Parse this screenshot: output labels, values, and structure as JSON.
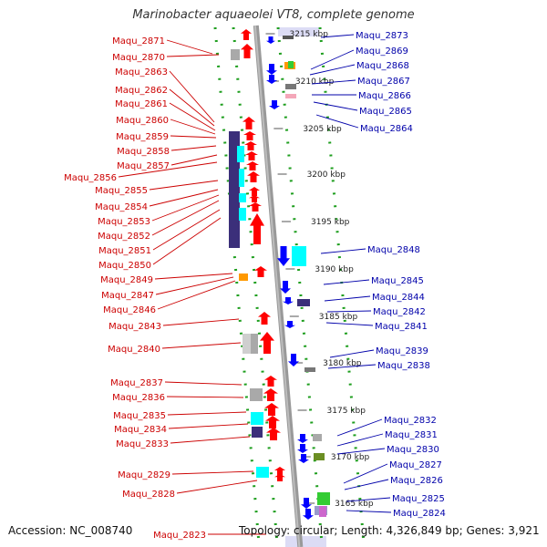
{
  "title": "Marinobacter aquaeolei VT8, complete genome",
  "accession": "Accession: NC_008740",
  "topology": "Topology: circular; Length: 4,326,849 bp; Genes: 3,921",
  "colors": {
    "forward": "#ff0000",
    "reverse": "#0000ff",
    "left_label": "#cc0000",
    "right_label": "#0000aa",
    "track_dots": "#1e9e1e",
    "backbone": "#999999",
    "cds_dark": "#3b2f7a",
    "cds_cyan": "#00ffff",
    "cds_grey": "#a9a9a9",
    "cds_orange": "#ff9900",
    "cds_green": "#33cc33"
  },
  "kbp_ticks": [
    {
      "label": "3215 kbp"
    },
    {
      "label": "3210 kbp"
    },
    {
      "label": "3205 kbp"
    },
    {
      "label": "3200 kbp"
    },
    {
      "label": "3195 kbp"
    },
    {
      "label": "3190 kbp"
    },
    {
      "label": "3185 kbp"
    },
    {
      "label": "3180 kbp"
    },
    {
      "label": "3175 kbp"
    },
    {
      "label": "3170 kbp"
    },
    {
      "label": "3165 kbp"
    }
  ],
  "left_genes": [
    "Maqu_2871",
    "Maqu_2870",
    "Maqu_2863",
    "Maqu_2862",
    "Maqu_2861",
    "Maqu_2860",
    "Maqu_2859",
    "Maqu_2858",
    "Maqu_2857",
    "Maqu_2856",
    "Maqu_2855",
    "Maqu_2854",
    "Maqu_2853",
    "Maqu_2852",
    "Maqu_2851",
    "Maqu_2850",
    "Maqu_2849",
    "Maqu_2847",
    "Maqu_2846",
    "Maqu_2843",
    "Maqu_2840",
    "Maqu_2837",
    "Maqu_2836",
    "Maqu_2835",
    "Maqu_2834",
    "Maqu_2833",
    "Maqu_2829",
    "Maqu_2828",
    "Maqu_2823"
  ],
  "right_genes": [
    "Maqu_2873",
    "Maqu_2869",
    "Maqu_2868",
    "Maqu_2867",
    "Maqu_2866",
    "Maqu_2865",
    "Maqu_2864",
    "Maqu_2848",
    "Maqu_2845",
    "Maqu_2844",
    "Maqu_2842",
    "Maqu_2841",
    "Maqu_2839",
    "Maqu_2838",
    "Maqu_2832",
    "Maqu_2831",
    "Maqu_2830",
    "Maqu_2827",
    "Maqu_2826",
    "Maqu_2825",
    "Maqu_2824"
  ]
}
